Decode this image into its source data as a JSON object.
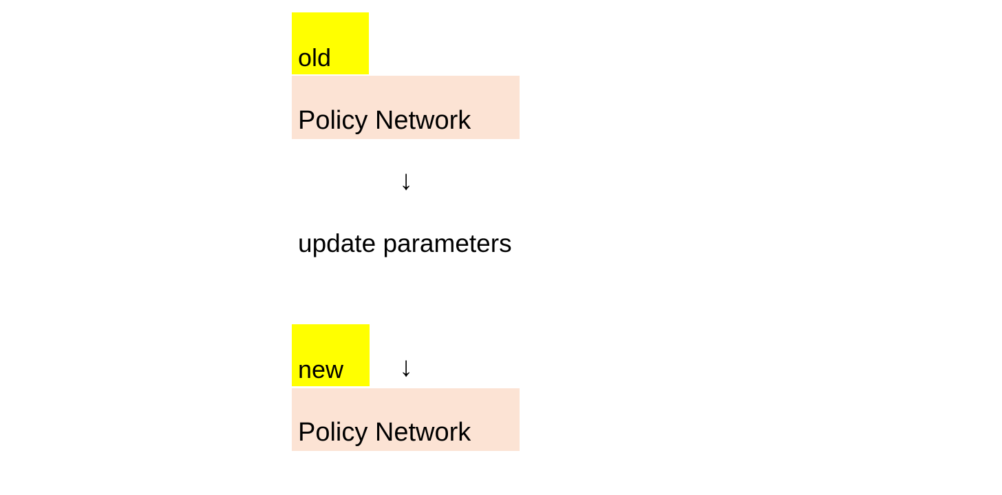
{
  "diagram": {
    "top_section": {
      "tag": "old",
      "box_label": "Policy Network"
    },
    "arrow_glyph": "↓",
    "update_label": "update parameters",
    "bottom_section": {
      "tag": "new",
      "box_label": "Policy Network"
    },
    "colors": {
      "tag_highlight": "#FFFF00",
      "box_fill": "#FCE3D4",
      "text": "#000000",
      "background": "#FFFFFF"
    }
  }
}
